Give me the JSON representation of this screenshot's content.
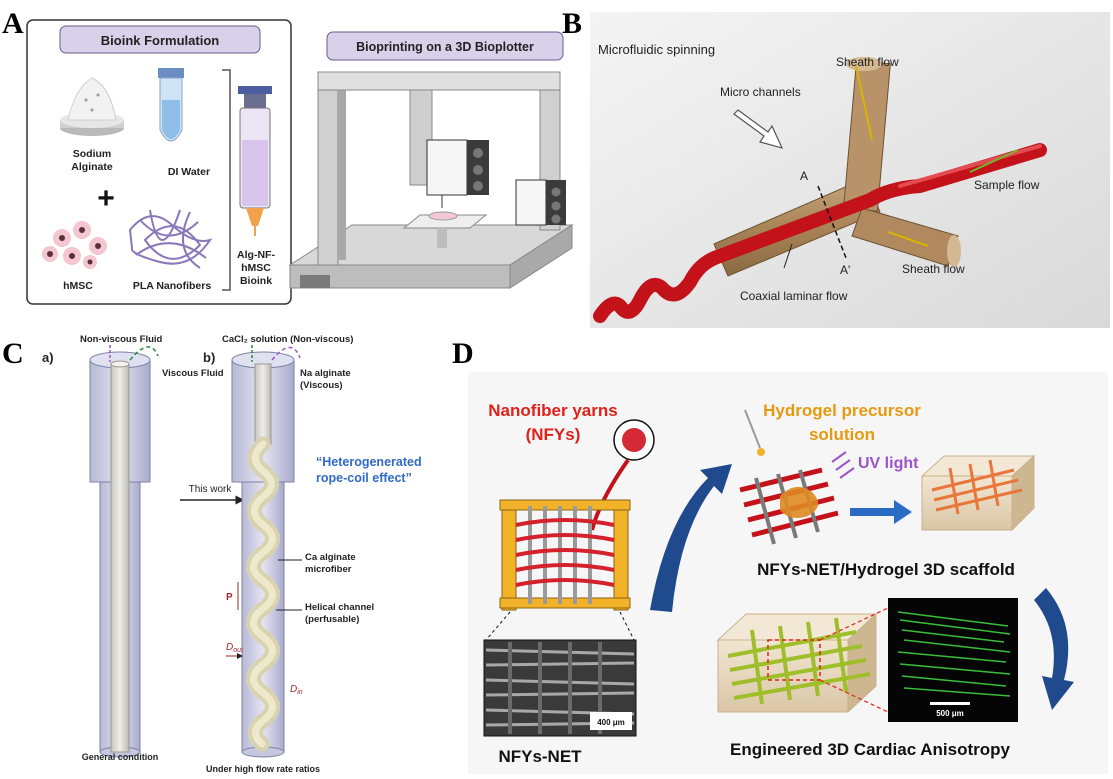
{
  "panels": {
    "a": {
      "letter": "A",
      "bioink_title": "Bioink Formulation",
      "bioprint_title": "Bioprinting  on a 3D Bioplotter",
      "sodium_alginate": [
        "Sodium",
        "Alginate"
      ],
      "di_water": "DI Water",
      "hmsc": "hMSC",
      "pla_nanofibers": "PLA Nanofibers",
      "bioink": [
        "Alg-NF-",
        "hMSC",
        "Bioink"
      ],
      "plus": "+"
    },
    "b": {
      "letter": "B",
      "title": "Microfluidic spinning",
      "micro_channels": "Micro channels",
      "sheath_flow_top": "Sheath flow",
      "sheath_flow_bottom": "Sheath flow",
      "sample_flow": "Sample flow",
      "coaxial": "Coaxial laminar flow",
      "a_mark": "A",
      "a_prime": "A'"
    },
    "c": {
      "letter": "C",
      "sub_a": "a)",
      "sub_b": "b)",
      "non_viscous": "Non-viscous Fluid",
      "viscous": "Viscous Fluid",
      "cacl2": "CaCl₂ solution (Non-viscous)",
      "na_alginate": [
        "Na alginate",
        "(Viscous)"
      ],
      "this_work": "This work",
      "effect": [
        "“Heterogenerated",
        "rope-coil effect”"
      ],
      "ca_alginate": [
        "Ca alginate",
        "microfiber"
      ],
      "helical": [
        "Helical channel",
        "(perfusable)"
      ],
      "p": "P",
      "d_out": "D",
      "d_out_sub": "out",
      "d_in": "D",
      "d_in_sub": "in",
      "general": "General condition",
      "high_flow": "Under high flow rate ratios"
    },
    "d": {
      "letter": "D",
      "nfy_title": [
        "Nanofiber yarns",
        "(NFYs)"
      ],
      "hydrogel": [
        "Hydrogel precursor",
        "solution"
      ],
      "uv": "UV light",
      "scaffold": "NFYs-NET/Hydrogel 3D scaffold",
      "net": "NFYs-NET",
      "anisotropy": "Engineered 3D Cardiac Anisotropy",
      "scale_sem": "400 μm",
      "scale_conf": "500 μm"
    }
  }
}
